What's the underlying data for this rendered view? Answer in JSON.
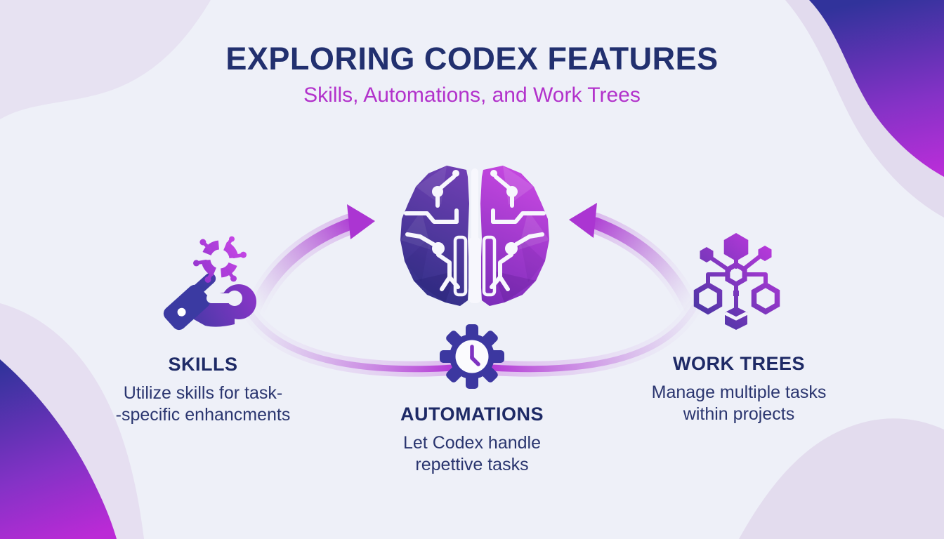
{
  "header": {
    "title": "EXPLORING CODEX FEATURES",
    "subtitle": "Skills, Automations, and Work Trees"
  },
  "features": [
    {
      "id": "skills",
      "heading": "SKILLS",
      "body": "Utilize skills for task-\n-specific enhancments",
      "icon": "hand-holding-skill-icon"
    },
    {
      "id": "automations",
      "heading": "AUTOMATIONS",
      "body": "Let Codex handle\nrepettive tasks",
      "icon": "gear-clock-icon"
    },
    {
      "id": "work_trees",
      "heading": "WORK TREES",
      "body": "Manage multiple tasks\nwithin projects",
      "icon": "hexagon-network-icon"
    }
  ],
  "center_icon": "brain-circuit-icon",
  "connectors": [
    "curved-arrow-to-brain-left",
    "curved-arrow-to-brain-right",
    "curve-to-gear-left",
    "curve-to-gear-right"
  ],
  "colors": {
    "background": "#eef0f8",
    "title_navy": "#22306f",
    "accent_magenta": "#b232cb",
    "gradient_indigo": "#31339b",
    "gradient_purple": "#7a33c1",
    "gradient_magenta": "#c12ddb",
    "blob_light_lavender": "#e6e0f1",
    "arrow_purple": "#ab35d2"
  }
}
